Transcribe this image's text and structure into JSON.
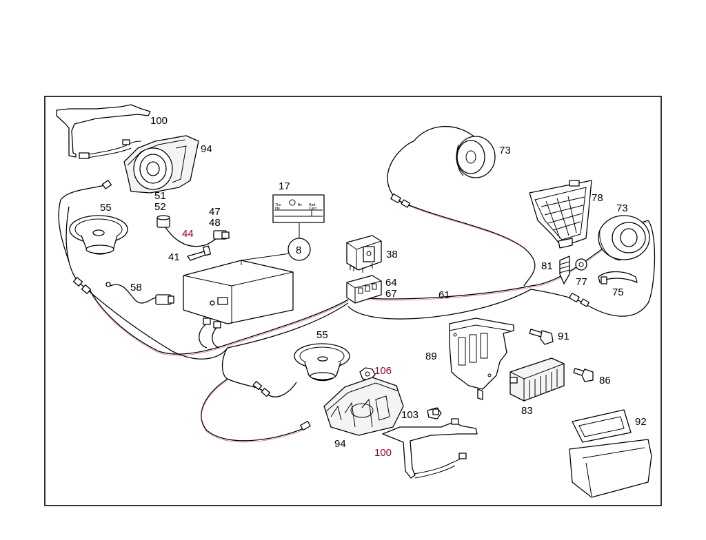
{
  "labels": {
    "l100a": "100",
    "l94a": "94",
    "l51": "51",
    "l52": "52",
    "l55a": "55",
    "l44": "44",
    "l47": "47",
    "l48": "48",
    "l17": "17",
    "l8": "8",
    "l41": "41",
    "l58": "58",
    "l38": "38",
    "l64": "64",
    "l67": "67",
    "l61": "61",
    "l73a": "73",
    "l78": "78",
    "l73b": "73",
    "l81": "81",
    "l77": "77",
    "l75": "75",
    "l91": "91",
    "l89": "89",
    "l86": "86",
    "l83": "83",
    "l55b": "55",
    "l106": "106",
    "l103": "103",
    "l94b": "94",
    "l100b": "100",
    "l92": "92"
  },
  "card": {
    "left": "The",
    "mid": "Be",
    "right": "Rad-",
    "bot_left": "Ide",
    "bot_right": "Card"
  },
  "colors": {
    "line": "#000000",
    "accent": "#9a0030"
  }
}
